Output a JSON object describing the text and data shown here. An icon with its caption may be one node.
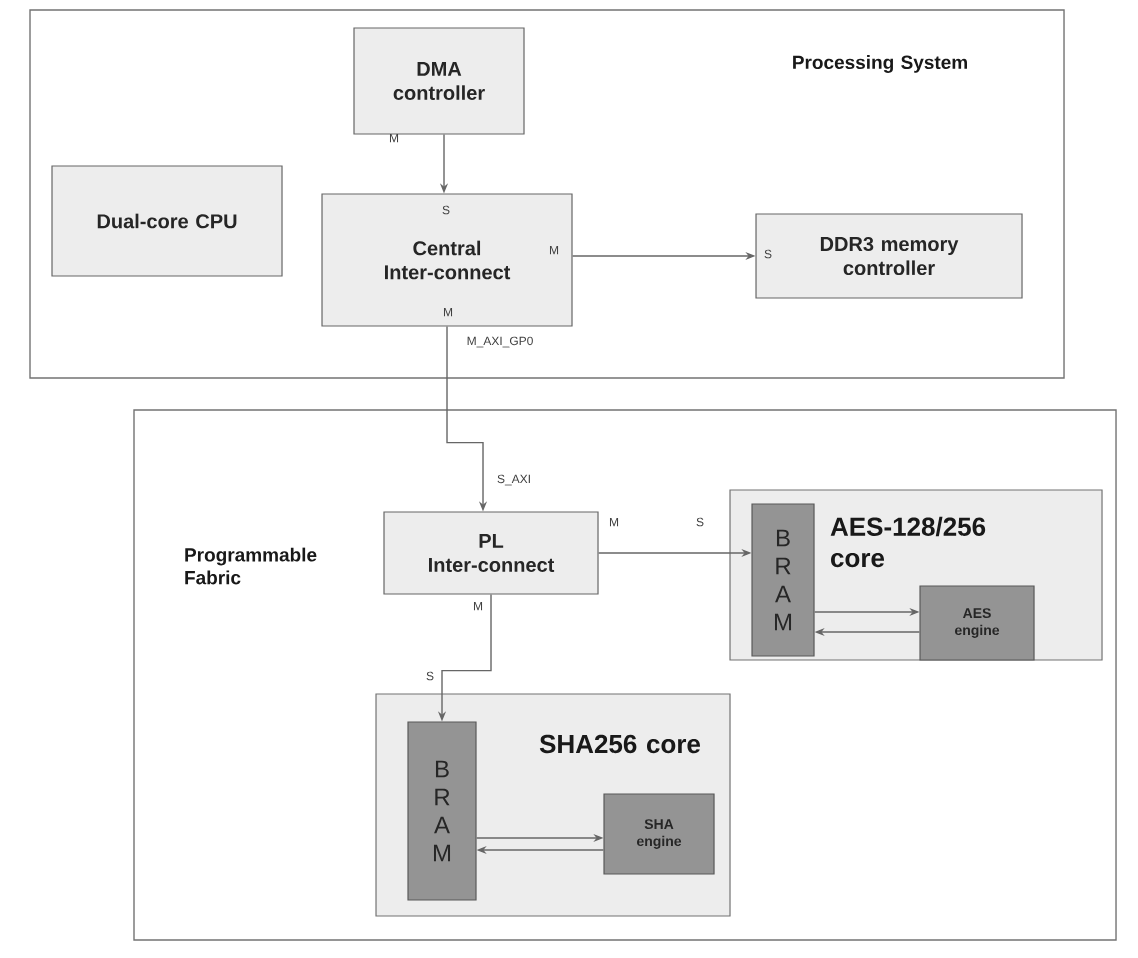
{
  "diagram": {
    "nodes": [
      {
        "text": [
          "Processing System"
        ]
      },
      {
        "text": [
          "DMA controller"
        ],
        "in": 0
      },
      {
        "text": [
          "Dual-core CPU"
        ],
        "in": 0
      },
      {
        "text": [
          "Central Inter-connect"
        ],
        "in": 0
      },
      {
        "text": [
          "DDR3 memory controller"
        ],
        "in": 0
      },
      {
        "text": [
          "Programmable Fabric"
        ]
      },
      {
        "text": [
          "PL Inter-connect"
        ],
        "in": 5
      },
      {
        "text": [
          "AES-128/256 core"
        ],
        "in": 5
      },
      {
        "text": [
          "B R A M"
        ],
        "in": 7
      },
      {
        "text": [
          "AES engine"
        ],
        "in": 7
      },
      {
        "text": [
          "SHA256 core"
        ],
        "in": 5
      },
      {
        "text": [
          "B R A M"
        ],
        "in": 10
      },
      {
        "text": [
          "SHA engine"
        ],
        "in": 10
      }
    ],
    "edges": [
      {
        "from": 1,
        "to": 3,
        "arrow": "to"
      },
      {
        "from": 3,
        "to": 4,
        "arrow": "to"
      },
      {
        "from": 3,
        "to": 6,
        "arrow": "to"
      },
      {
        "from": 6,
        "to": 8,
        "arrow": "to"
      },
      {
        "from": 6,
        "to": 11,
        "arrow": "to"
      },
      {
        "from": 8,
        "to": 9,
        "arrow": "to"
      },
      {
        "from": 9,
        "to": 8,
        "arrow": "to"
      },
      {
        "from": 11,
        "to": 12,
        "arrow": "to"
      },
      {
        "from": 12,
        "to": 11,
        "arrow": "to"
      }
    ],
    "labels": [
      "M",
      "S",
      "M",
      "S",
      "M",
      "M_AXI_GP0",
      "S_AXI",
      "M",
      "S",
      "M",
      "S"
    ]
  }
}
